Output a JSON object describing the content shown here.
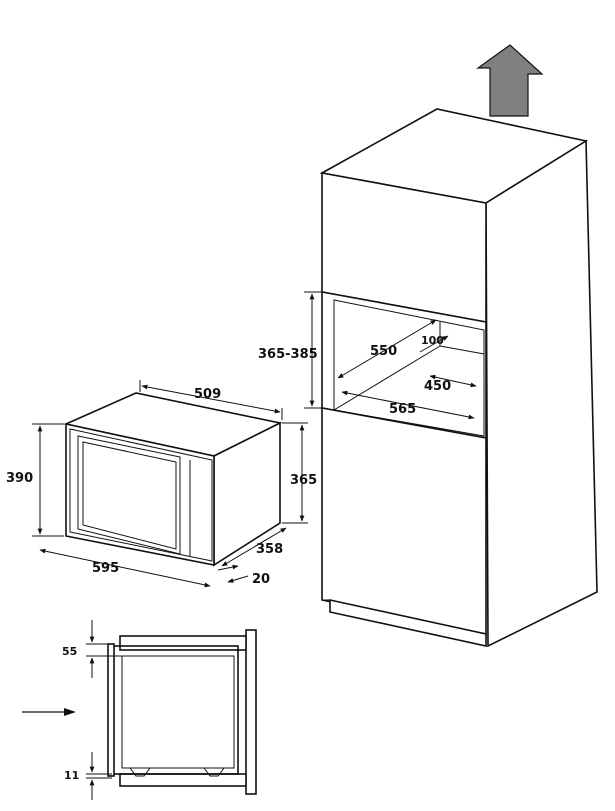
{
  "dimensions": {
    "cabinet_niche_height": "365-385",
    "niche_depth": "550",
    "niche_top_gap": "100",
    "niche_inner_width": "450",
    "niche_width": "565",
    "microwave_depth": "509",
    "microwave_front_height": "390",
    "microwave_body_height": "365",
    "microwave_front_width": "595",
    "microwave_body_depth": "358",
    "front_offset": "20",
    "side_top_offset": "55",
    "side_bottom_offset": "11"
  },
  "colors": {
    "arrow_fill": "#808080",
    "line": "#111111"
  },
  "icons": {
    "airflow": "arrow-up-icon",
    "insert": "arrow-right-icon"
  }
}
